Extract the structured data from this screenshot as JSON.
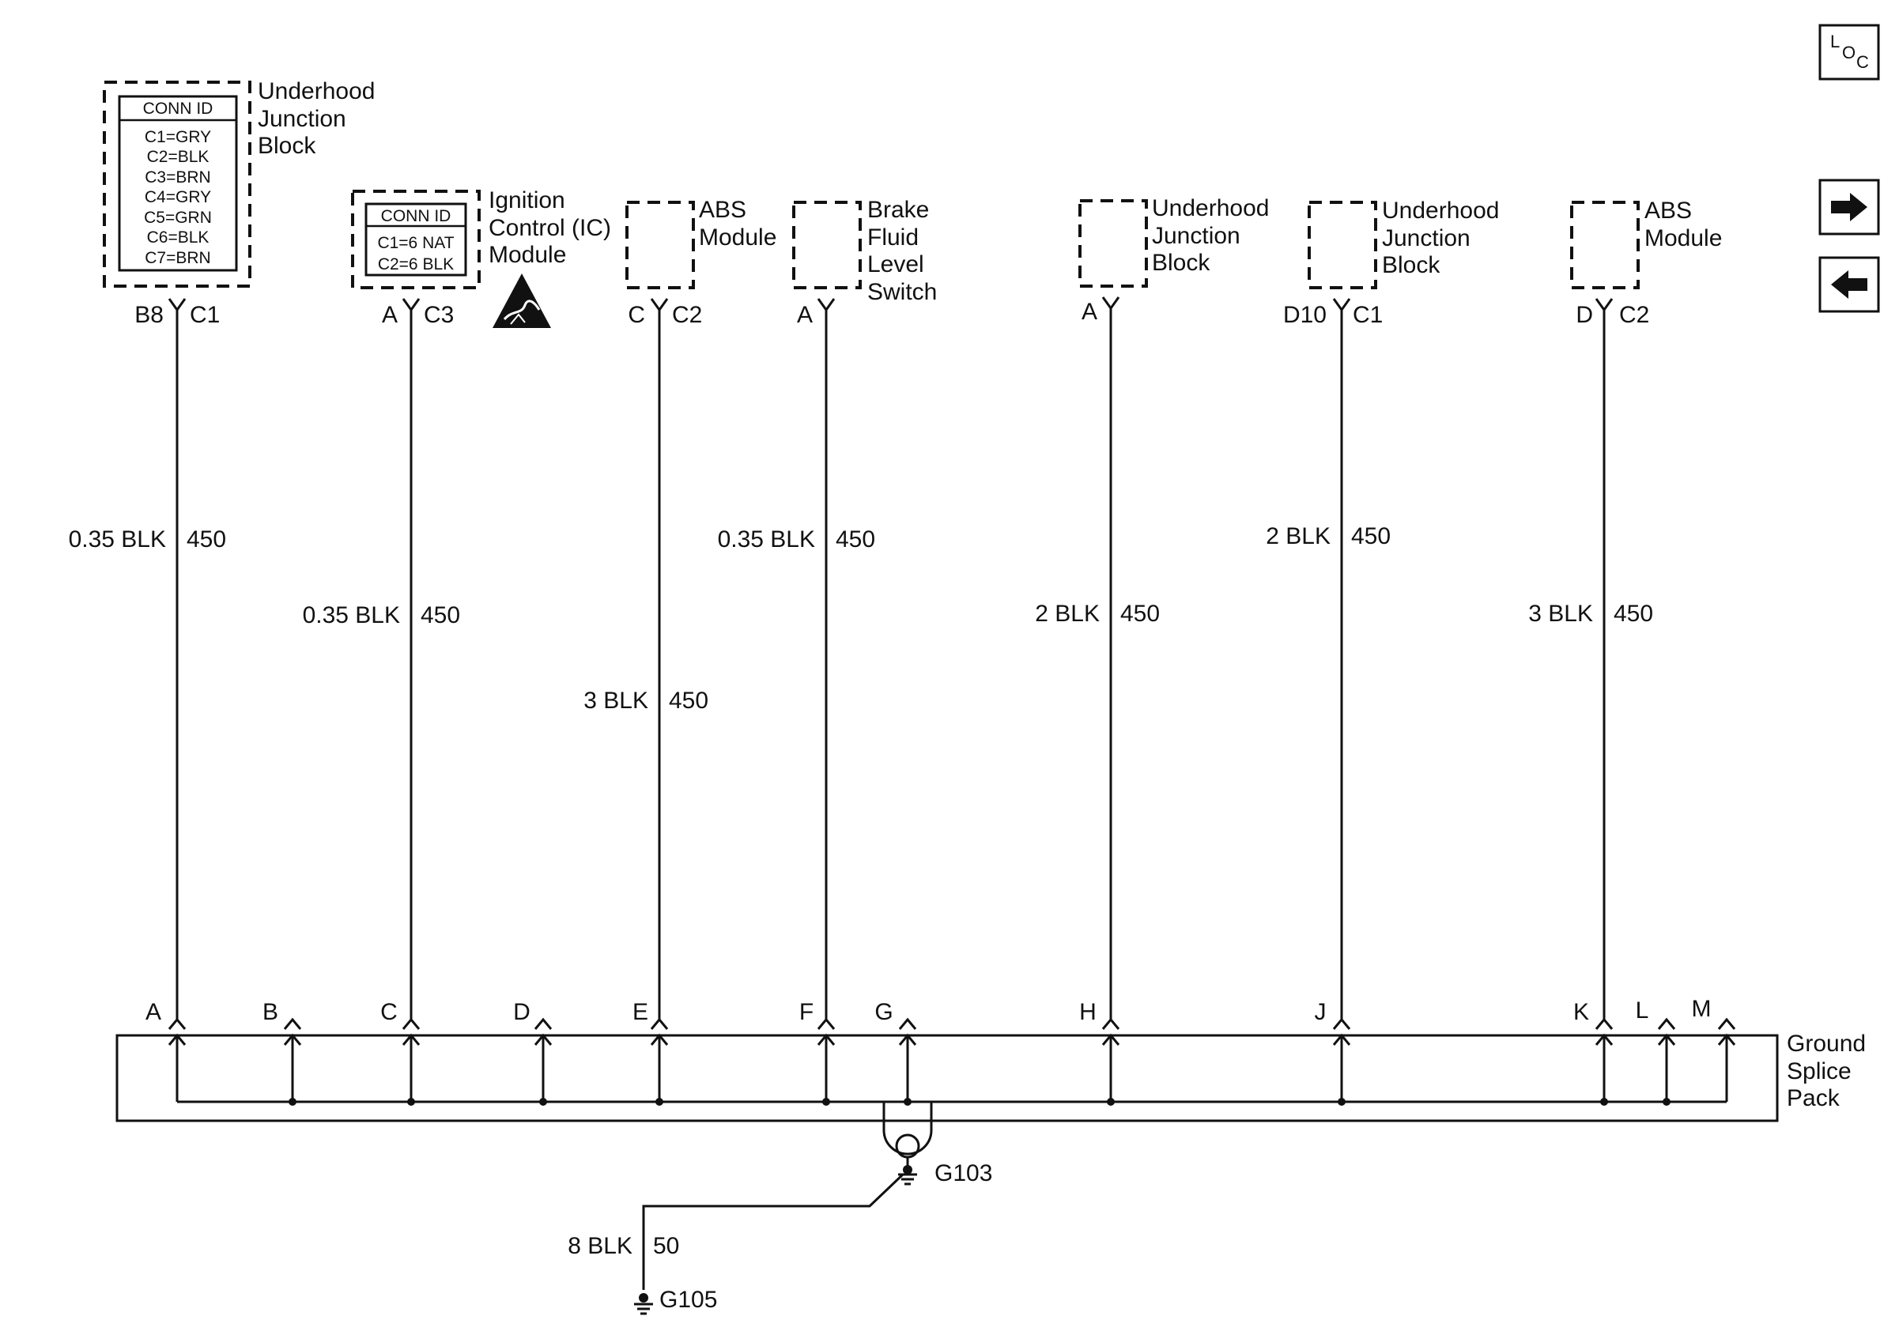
{
  "components": [
    {
      "id": "ujb1",
      "name": [
        "Underhood",
        "Junction",
        "Block"
      ],
      "pins": [
        "B8",
        "C1"
      ],
      "wire": [
        "0.35 BLK",
        "450"
      ],
      "splice": "A",
      "conn_table": {
        "title": "CONN ID",
        "rows": [
          "C1=GRY",
          "C2=BLK",
          "C3=BRN",
          "C4=GRY",
          "C5=GRN",
          "C6=BLK",
          "C7=BRN"
        ]
      }
    },
    {
      "id": "icm",
      "name": [
        "Ignition",
        "Control (IC)",
        "Module"
      ],
      "pins": [
        "A",
        "C3"
      ],
      "wire": [
        "0.35 BLK",
        "450"
      ],
      "splice": "C",
      "conn_table": {
        "title": "CONN ID",
        "rows": [
          "C1=6 NAT",
          "C2=6 BLK"
        ]
      }
    },
    {
      "id": "abs1",
      "name": [
        "ABS",
        "Module"
      ],
      "pins": [
        "C",
        "C2"
      ],
      "wire": [
        "3 BLK",
        "450"
      ],
      "splice": "E"
    },
    {
      "id": "bfls",
      "name": [
        "Brake",
        "Fluid",
        "Level",
        "Switch"
      ],
      "pins": [
        "A",
        ""
      ],
      "wire": [
        "0.35 BLK",
        "450"
      ],
      "splice": "F"
    },
    {
      "id": "ujb2",
      "name": [
        "Underhood",
        "Junction",
        "Block"
      ],
      "pins": [
        "A",
        ""
      ],
      "wire": [
        "2 BLK",
        "450"
      ],
      "splice": "H"
    },
    {
      "id": "ujb3",
      "name": [
        "Underhood",
        "Junction",
        "Block"
      ],
      "pins": [
        "D10",
        "C1"
      ],
      "wire": [
        "2 BLK",
        "450"
      ],
      "splice": "J"
    },
    {
      "id": "abs2",
      "name": [
        "ABS",
        "Module"
      ],
      "pins": [
        "D",
        "C2"
      ],
      "wire": [
        "3 BLK",
        "450"
      ],
      "splice": "K"
    }
  ],
  "unused_splice_pins": [
    "B",
    "D",
    "G",
    "L",
    "M"
  ],
  "splice_pack": {
    "name": [
      "Ground",
      "Splice",
      "Pack"
    ]
  },
  "grounds": {
    "g103": "G103",
    "g105": "G105",
    "ground_wire": [
      "8 BLK",
      "50"
    ]
  },
  "nav": {
    "loc_icon": "locator-icon",
    "next_icon": "arrow-right-icon",
    "prev_icon": "arrow-left-icon"
  }
}
